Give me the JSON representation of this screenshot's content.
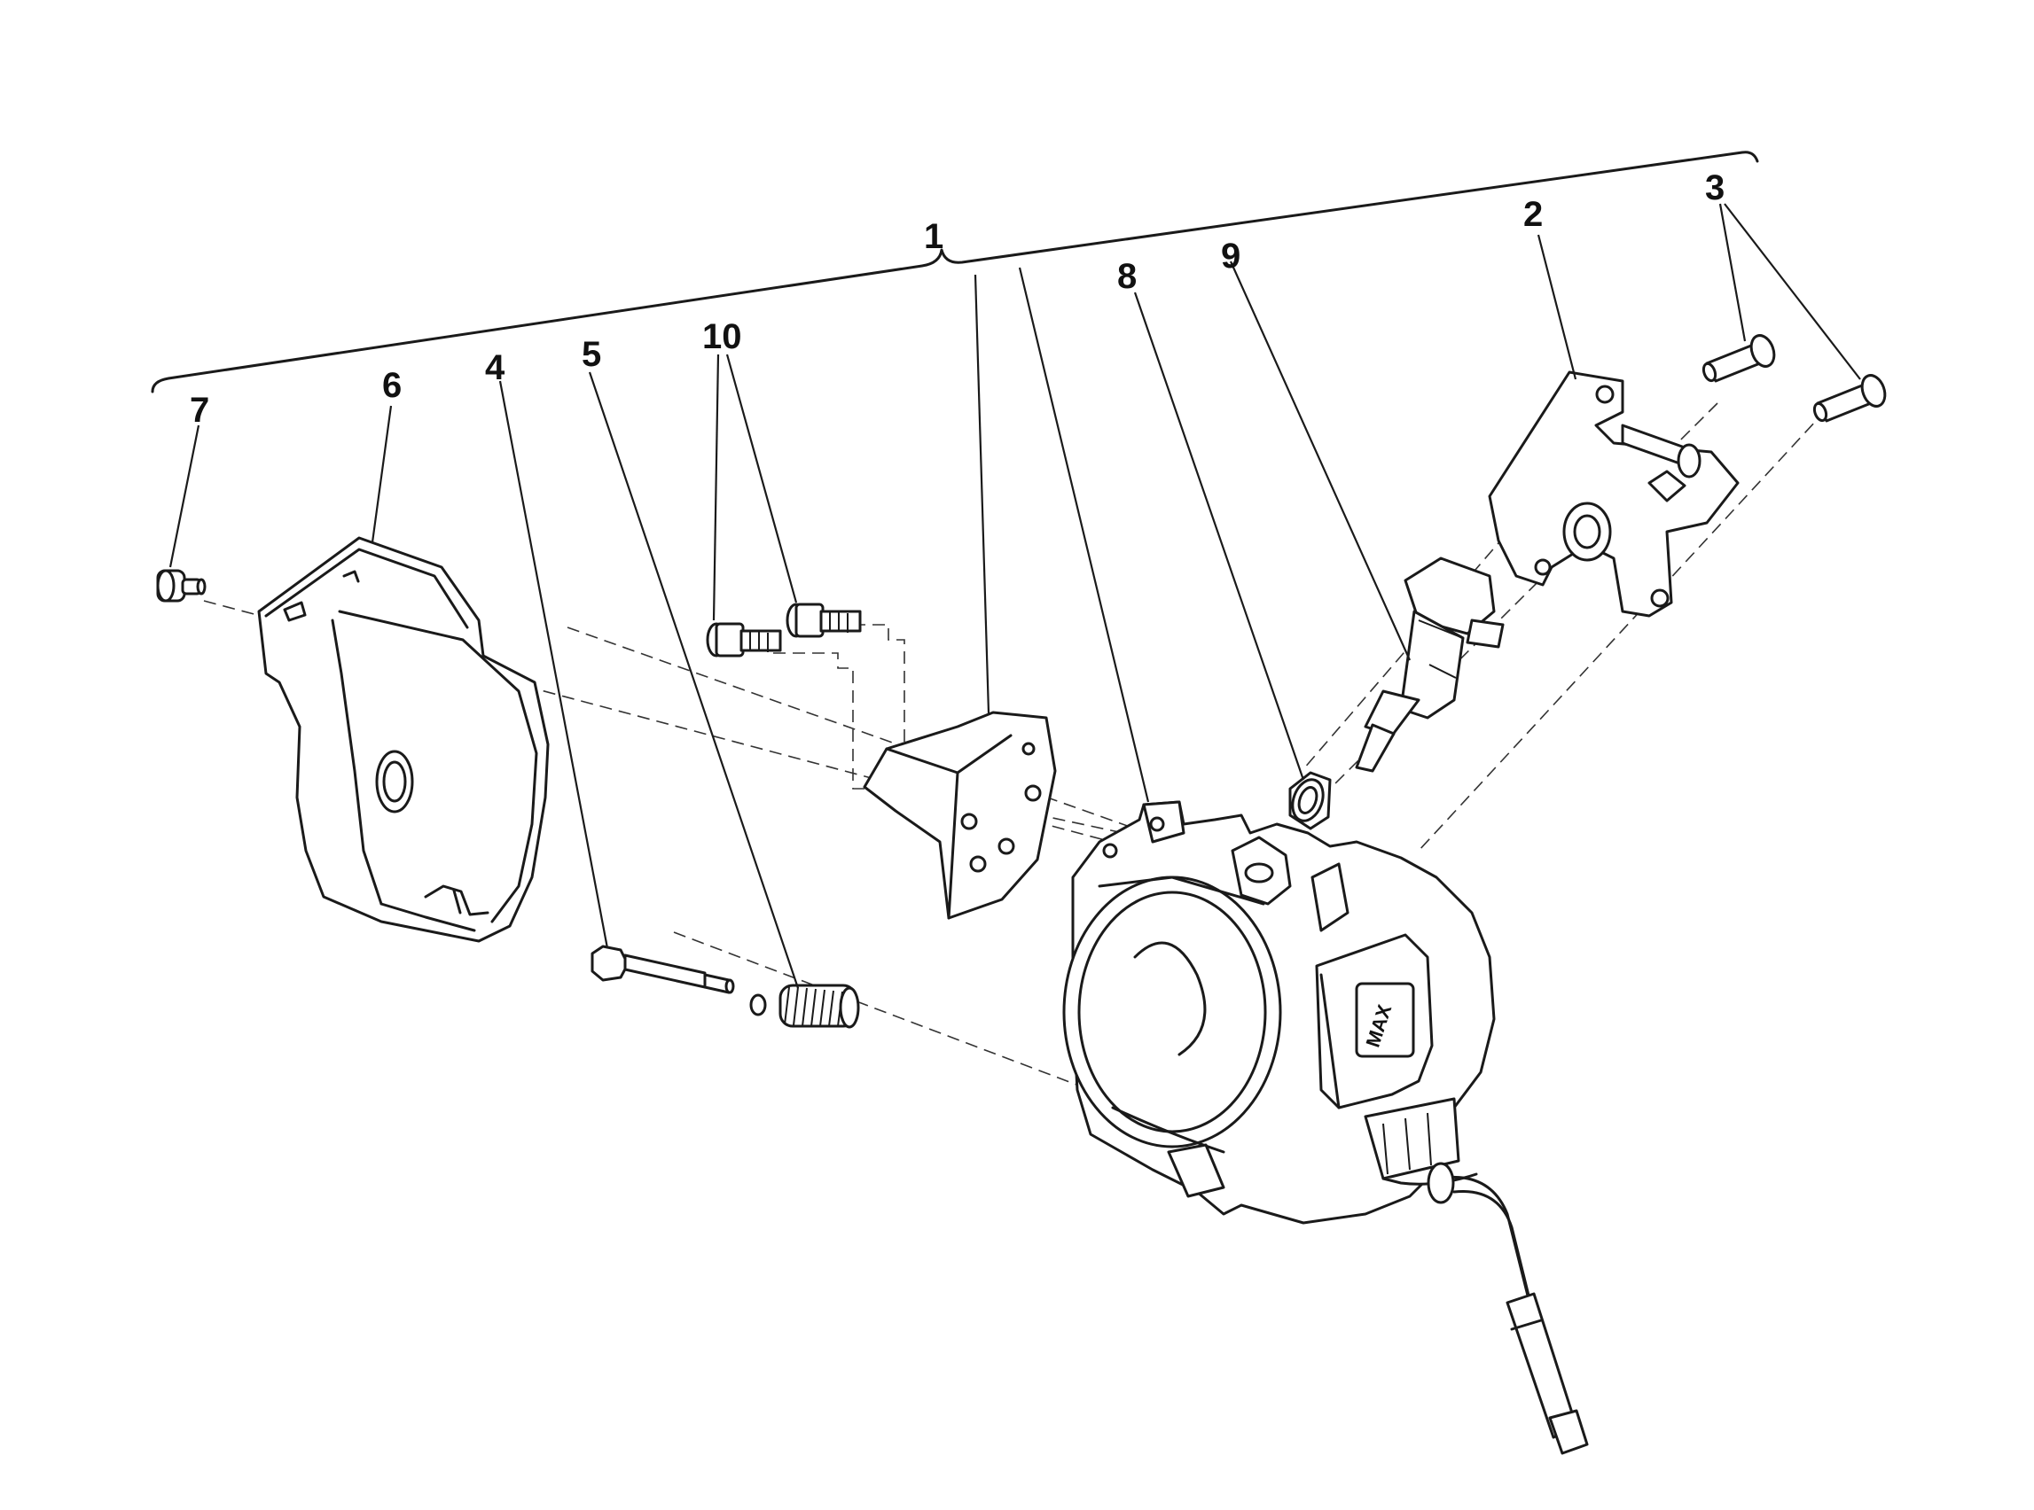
{
  "diagram": {
    "callouts": [
      {
        "id": "1",
        "label": "1"
      },
      {
        "id": "2",
        "label": "2"
      },
      {
        "id": "3",
        "label": "3"
      },
      {
        "id": "4",
        "label": "4"
      },
      {
        "id": "5",
        "label": "5"
      },
      {
        "id": "6",
        "label": "6"
      },
      {
        "id": "7",
        "label": "7"
      },
      {
        "id": "8",
        "label": "8"
      },
      {
        "id": "9",
        "label": "9"
      },
      {
        "id": "10",
        "label": "10"
      }
    ],
    "body_emblem": "MAX"
  }
}
